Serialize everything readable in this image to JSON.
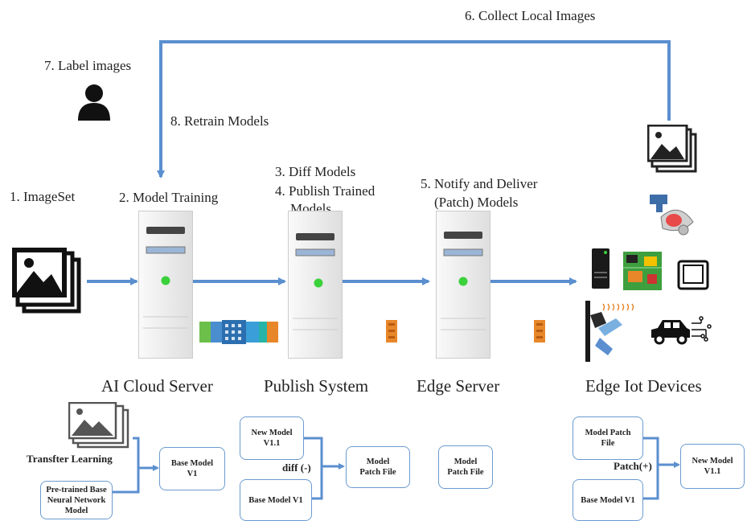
{
  "steps": {
    "collect": "6. Collect Local Images",
    "label": "7. Label images",
    "retrain": "8. Retrain Models",
    "imageset": "1. ImageSet",
    "training": "2. Model Training",
    "diff": "3. Diff Models",
    "publish_line1": "4. Publish Trained",
    "publish_line2": "Models",
    "notify_line1": "5. Notify and Deliver",
    "notify_line2": "(Patch) Models"
  },
  "systems": {
    "cloud": "AI Cloud Server",
    "publish": "Publish System",
    "edge": "Edge Server",
    "devices": "Edge Iot Devices"
  },
  "cloud_flow": {
    "transfer": "Transfter Learning",
    "pretrained_1": "Pre-trained Base",
    "pretrained_2": "Neural Network",
    "pretrained_3": "Model",
    "base_1": "Base Model",
    "base_2": "V1"
  },
  "publish_flow": {
    "new_1": "New Model",
    "new_2": "V1.1",
    "base": "Base Model V1",
    "op": "diff (-)",
    "patch_1": "Model",
    "patch_2": "Patch File"
  },
  "edge_flow": {
    "patch_1": "Model",
    "patch_2": "Patch File"
  },
  "device_flow": {
    "patch_1": "Model Patch",
    "patch_2": "File",
    "base": "Base Model V1",
    "op": "Patch(+)",
    "new_1": "New Model",
    "new_2": "V1.1"
  },
  "colors": {
    "arrow": "#5b8fcf",
    "box_border": "#6b9bd0",
    "led": "#3ad13a",
    "chip": "#e8872a"
  },
  "icons": [
    "image-stack-icon",
    "person-icon",
    "server-icon",
    "data-blocks-icon",
    "patch-file-icon",
    "security-camera-icon",
    "game-console-icon",
    "circuit-board-icon",
    "tablet-icon",
    "robot-arm-icon",
    "car-icon"
  ]
}
